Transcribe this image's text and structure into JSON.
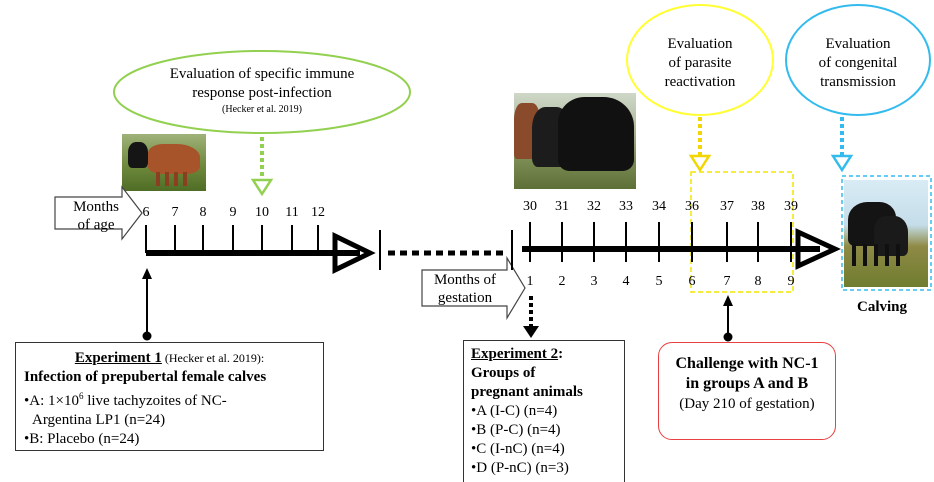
{
  "months_of_age_label": [
    "Months",
    "of age"
  ],
  "months_of_gestation_label": [
    "Months of",
    "gestation"
  ],
  "age_ticks": [
    "6",
    "7",
    "8",
    "9",
    "10",
    "11",
    "12"
  ],
  "top_ticks_right": [
    "30",
    "31",
    "32",
    "33",
    "34",
    "36",
    "37",
    "38",
    "39"
  ],
  "gestation_ticks": [
    "1",
    "2",
    "3",
    "4",
    "5",
    "6",
    "7",
    "8",
    "9"
  ],
  "immune_eval": {
    "lines": [
      "Evaluation of specific immune",
      "response post-infection"
    ],
    "citation": "(Hecker et al. 2019)",
    "border_color": "#92d050"
  },
  "parasite_eval": {
    "lines": [
      "Evaluation",
      "of parasite",
      "reactivation"
    ],
    "border_color": "#ffff33"
  },
  "congenital_eval": {
    "lines": [
      "Evaluation",
      "of congenital",
      "transmission"
    ],
    "border_color": "#33bbee"
  },
  "calving_label": "Calving",
  "experiment1": {
    "title": "Experiment 1",
    "citation": " (Hecker et al. 2019):",
    "subtitle": "Infection of prepubertal female calves",
    "item_a_prefix": "•A: 1×10",
    "item_a_sup": "6",
    "item_a_rest": " live tachyzoites of NC-",
    "item_a_line2": "Argentina LP1 (n=24)",
    "item_b": "•B: Placebo (n=24)"
  },
  "experiment2": {
    "title": "Experiment 2",
    "title_suffix": ":",
    "subtitle_lines": [
      "Groups of",
      "pregnant animals"
    ],
    "groups": [
      "•A (I-C) (n=4)",
      "•B (P-C) (n=4)",
      "•C (I-nC) (n=4)",
      "•D (P-nC) (n=3)"
    ]
  },
  "challenge": {
    "line1": "Challenge with NC-1",
    "line2": "in groups A and B",
    "line3": "(Day 210 of gestation)",
    "border_color": "#e84040"
  }
}
